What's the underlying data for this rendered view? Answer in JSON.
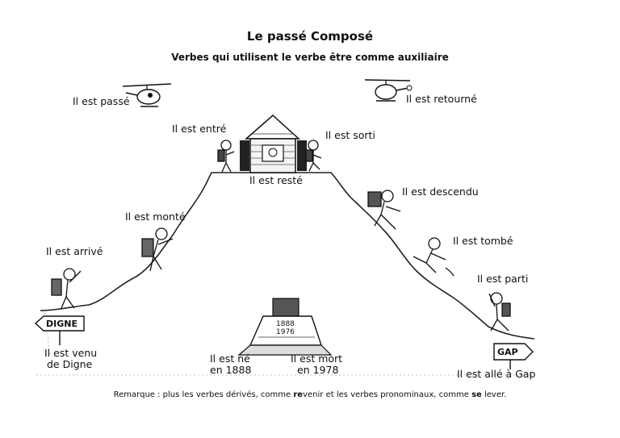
{
  "title": "Le passé Composé",
  "subtitle": "Verbes qui utilisent le verbe être comme auxiliaire",
  "labels": {
    "passe": "Il est passé",
    "retourne": "Il est retourné",
    "entre": "Il est entré",
    "sorti": "Il est sorti",
    "reste": "Il est resté",
    "monte": "Il est monté",
    "descendu": "Il est descendu",
    "arrive": "Il est arrivé",
    "tombe": "Il est tombé",
    "parti": "Il est parti",
    "venu_line1": "Il est venu",
    "venu_line2": "de Digne",
    "ne_line1": "Il est né",
    "ne_line2": "en 1888",
    "mort_line1": "Il est mort",
    "mort_line2": "en 1978",
    "alle": "Il est allé à Gap"
  },
  "signs": {
    "digne": "DIGNE",
    "gap": "GAP"
  },
  "tomb": {
    "year_birth": "1888",
    "year_death": "1976"
  },
  "remark": {
    "part1": "Remarque : plus les verbes dérivés, comme ",
    "bold1": "re",
    "part2": "venir et les verbes pronominaux, comme ",
    "bold2": "se",
    "part3": " lever."
  }
}
